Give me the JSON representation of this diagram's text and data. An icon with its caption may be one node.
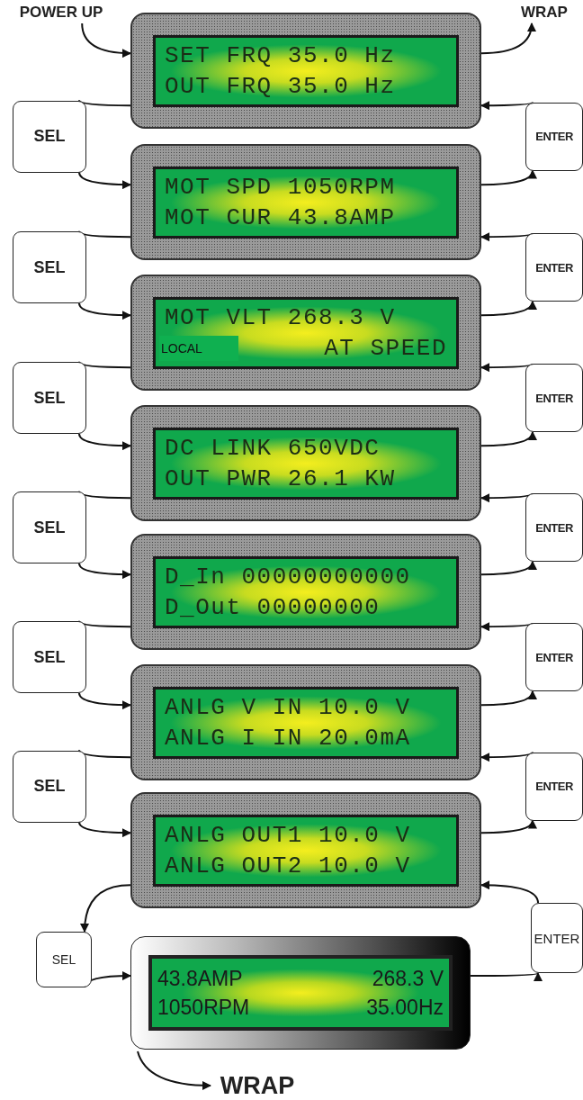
{
  "diagram": {
    "nodes": [
      {
        "text": [
          "POWER UP"
        ]
      },
      {
        "text": [
          "WRAP"
        ]
      },
      {
        "text": [
          "SET FRQ 35.0 Hz",
          "OUT FRQ 35.0 Hz"
        ]
      },
      {
        "text": [
          "SEL"
        ]
      },
      {
        "text": [
          "ENTER"
        ]
      },
      {
        "text": [
          "MOT SPD 1050RPM",
          "MOT CUR 43.8AMP"
        ]
      },
      {
        "text": [
          "SEL"
        ]
      },
      {
        "text": [
          "ENTER"
        ]
      },
      {
        "text": [
          "MOT VLT 268.3 V",
          "LOCAL",
          "AT SPEED"
        ]
      },
      {
        "text": [
          "SEL"
        ]
      },
      {
        "text": [
          "ENTER"
        ]
      },
      {
        "text": [
          "DC LINK 650VDC",
          "OUT PWR 26.1 KW"
        ]
      },
      {
        "text": [
          "SEL"
        ]
      },
      {
        "text": [
          "ENTER"
        ]
      },
      {
        "text": [
          "D_In 00000000000",
          "D_Out 00000000"
        ]
      },
      {
        "text": [
          "SEL"
        ]
      },
      {
        "text": [
          "ENTER"
        ]
      },
      {
        "text": [
          "ANLG V IN 10.0 V",
          "ANLG I IN 20.0mA"
        ]
      },
      {
        "text": [
          "SEL"
        ]
      },
      {
        "text": [
          "ENTER"
        ]
      },
      {
        "text": [
          "ANLG OUT1 10.0 V",
          "ANLG OUT2 10.0 V"
        ]
      },
      {
        "text": [
          "SEL"
        ]
      },
      {
        "text": [
          "ENTER"
        ]
      },
      {
        "text": [
          "43.8AMP",
          "268.3 V",
          "1050RPM",
          "35.00Hz"
        ]
      },
      {
        "text": [
          "WRAP"
        ]
      }
    ],
    "edges": [
      {
        "from": 0,
        "to": 2,
        "arrow": "to"
      },
      {
        "from": 2,
        "to": 1,
        "arrow": "to"
      },
      {
        "from": 2,
        "to": 3,
        "arrow": "to"
      },
      {
        "from": 3,
        "to": 5,
        "arrow": "to"
      },
      {
        "from": 5,
        "to": 4,
        "arrow": "to"
      },
      {
        "from": 4,
        "to": 2,
        "arrow": "to"
      },
      {
        "from": 5,
        "to": 6,
        "arrow": "to"
      },
      {
        "from": 6,
        "to": 8,
        "arrow": "to"
      },
      {
        "from": 8,
        "to": 7,
        "arrow": "to"
      },
      {
        "from": 7,
        "to": 5,
        "arrow": "to"
      },
      {
        "from": 8,
        "to": 9,
        "arrow": "to"
      },
      {
        "from": 9,
        "to": 11,
        "arrow": "to"
      },
      {
        "from": 11,
        "to": 10,
        "arrow": "to"
      },
      {
        "from": 10,
        "to": 8,
        "arrow": "to"
      },
      {
        "from": 11,
        "to": 12,
        "arrow": "to"
      },
      {
        "from": 12,
        "to": 14,
        "arrow": "to"
      },
      {
        "from": 14,
        "to": 13,
        "arrow": "to"
      },
      {
        "from": 13,
        "to": 11,
        "arrow": "to"
      },
      {
        "from": 14,
        "to": 15,
        "arrow": "to"
      },
      {
        "from": 15,
        "to": 17,
        "arrow": "to"
      },
      {
        "from": 17,
        "to": 16,
        "arrow": "to"
      },
      {
        "from": 16,
        "to": 14,
        "arrow": "to"
      },
      {
        "from": 17,
        "to": 18,
        "arrow": "to"
      },
      {
        "from": 18,
        "to": 20,
        "arrow": "to"
      },
      {
        "from": 20,
        "to": 19,
        "arrow": "to"
      },
      {
        "from": 19,
        "to": 17,
        "arrow": "to"
      },
      {
        "from": 20,
        "to": 21,
        "arrow": "to"
      },
      {
        "from": 21,
        "to": 23,
        "arrow": "to"
      },
      {
        "from": 23,
        "to": 22,
        "arrow": "to"
      },
      {
        "from": 22,
        "to": 20,
        "arrow": "to"
      },
      {
        "from": 23,
        "to": 24,
        "arrow": "to"
      }
    ]
  }
}
